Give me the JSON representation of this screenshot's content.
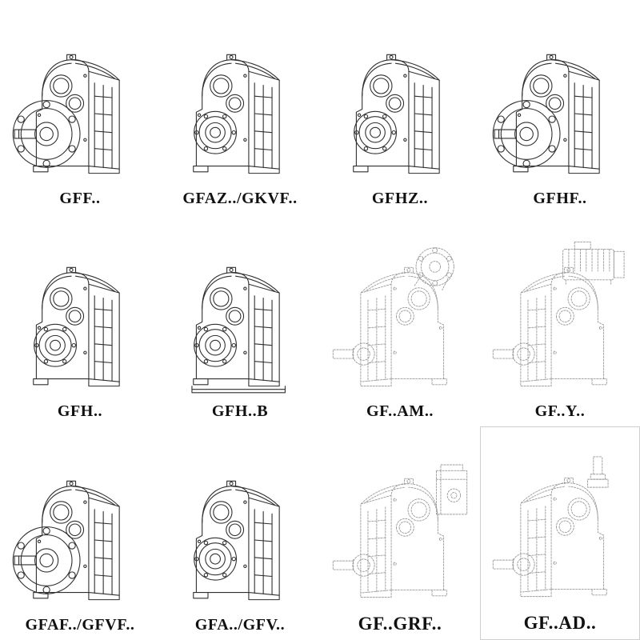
{
  "page": {
    "background": "#ffffff",
    "colors": {
      "line": "#2f2f2f",
      "dashed_line": "#9a9a9a"
    }
  },
  "catalog": {
    "items": [
      {
        "label": "GFF..",
        "variant": "helical-gearbox-flange-output-solid"
      },
      {
        "label": "GFAZ../GKVF..",
        "variant": "helical-gearbox-hollow-shaft-solid"
      },
      {
        "label": "GFHZ..",
        "variant": "helical-gearbox-hollow-shaft-solid"
      },
      {
        "label": "GFHF..",
        "variant": "helical-gearbox-flange-output-solid"
      },
      {
        "label": "GFH..",
        "variant": "helical-gearbox-hollow-shaft-solid"
      },
      {
        "label": "GFH..B",
        "variant": "helical-gearbox-hollow-shaft-baseplate-solid"
      },
      {
        "label": "GF..AM..",
        "variant": "helical-gearbox-input-flange-dashed"
      },
      {
        "label": "GF..Y..",
        "variant": "helical-gearbox-mounted-motor-dashed"
      },
      {
        "label": "GFAF../GFVF..",
        "variant": "helical-gearbox-flange-output-solid"
      },
      {
        "label": "GFA../GFV..",
        "variant": "helical-gearbox-hollow-shaft-solid"
      },
      {
        "label": "GF..GRF..",
        "variant": "helical-gearbox-input-block-dashed"
      },
      {
        "label": "GF..AD..",
        "variant": "helical-gearbox-top-input-shaft-dashed"
      }
    ]
  }
}
